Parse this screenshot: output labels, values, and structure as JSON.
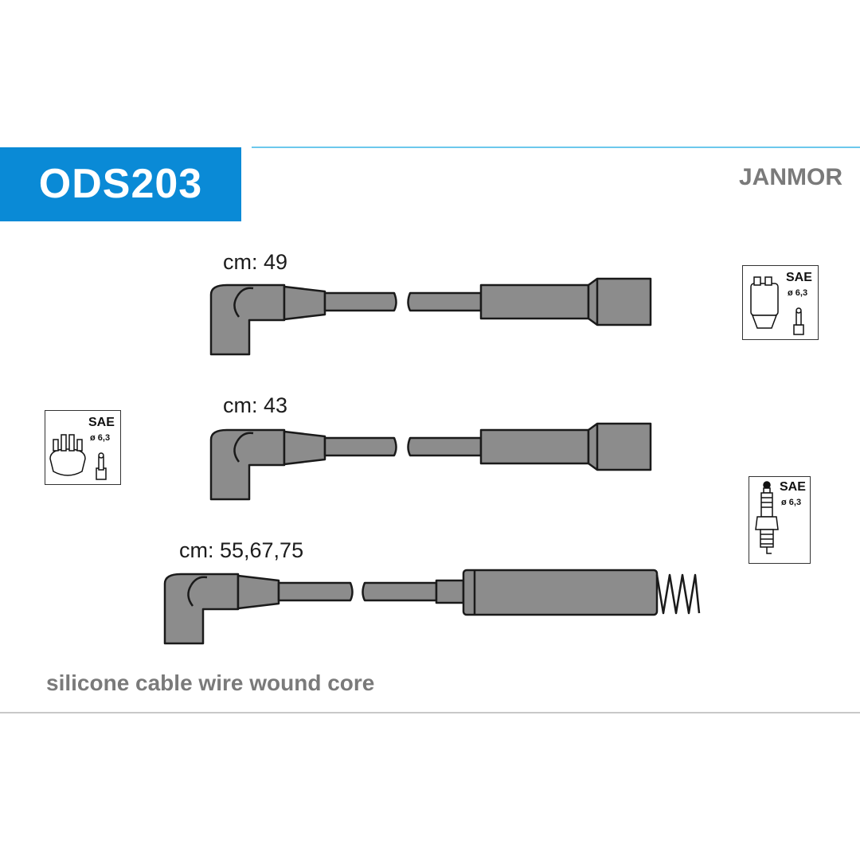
{
  "header": {
    "code": "ODS203",
    "brand": "JANMOR"
  },
  "colors": {
    "accent": "#0a8ad6",
    "rule": "#6cc8ec",
    "part_fill": "#8c8c8c",
    "outline": "#1a1a1a"
  },
  "wires": [
    {
      "length_label": "cm: 49"
    },
    {
      "length_label": "cm: 43"
    },
    {
      "length_label": "cm: 55,67,75"
    }
  ],
  "icons": [
    {
      "type": "distributor-cap-icon",
      "sae": "SAE",
      "diameter": "ø 6,3"
    },
    {
      "type": "coil-icon",
      "sae": "SAE",
      "diameter": "ø 6,3"
    },
    {
      "type": "spark-plug-icon",
      "sae": "SAE",
      "diameter": "ø 6,3"
    }
  ],
  "footer": {
    "note": "silicone cable wire wound core"
  }
}
